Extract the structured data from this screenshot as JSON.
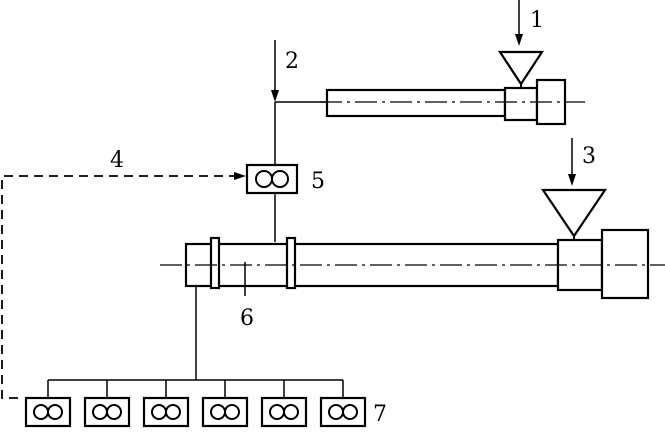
{
  "labels": {
    "l1": "1",
    "l2": "2",
    "l3": "3",
    "l4": "4",
    "l5": "5",
    "l6": "6",
    "l7": "7"
  },
  "colors": {
    "line": "#000000",
    "background": "#ffffff"
  },
  "icons": {
    "pump": "double-circle-pump-icon",
    "hopper": "hopper-icon"
  },
  "metering_pump_count": 6
}
